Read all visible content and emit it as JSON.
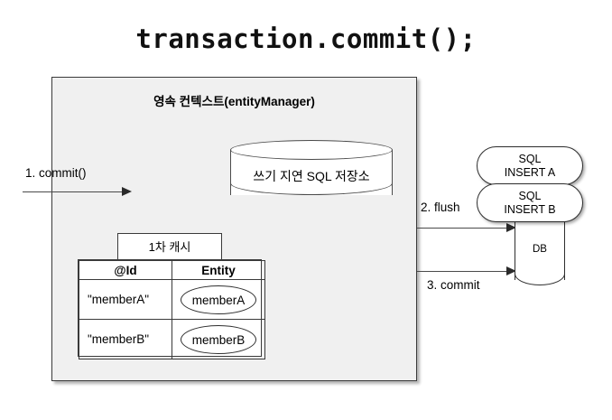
{
  "title": "transaction.commit();",
  "persistence_context": {
    "label": "영속 컨텍스트(entityManager)",
    "sql_store": {
      "label": "쓰기 지연 SQL 저장소",
      "shape": "cylinder"
    },
    "first_level_cache": {
      "tab_label": "1차 캐시",
      "columns": [
        "@Id",
        "Entity"
      ],
      "rows": [
        {
          "id": "\"memberA\"",
          "entity": "memberA"
        },
        {
          "id": "\"memberB\"",
          "entity": "memberB"
        }
      ]
    }
  },
  "flows": [
    {
      "label": "1. commit()"
    },
    {
      "label": "2. flush"
    },
    {
      "label": "3. commit"
    }
  ],
  "database": {
    "label": "DB",
    "shape": "cylinder",
    "statements": [
      {
        "line1": "SQL",
        "line2": "INSERT A"
      },
      {
        "line1": "SQL",
        "line2": "INSERT B"
      }
    ]
  },
  "colors": {
    "context_fill": "#f0f0f0",
    "context_border": "#3a3a3a",
    "shape_border": "#2e2e2e",
    "arrow": "#4a4a4a",
    "page_background": "#ffffff",
    "text": "#000000"
  }
}
